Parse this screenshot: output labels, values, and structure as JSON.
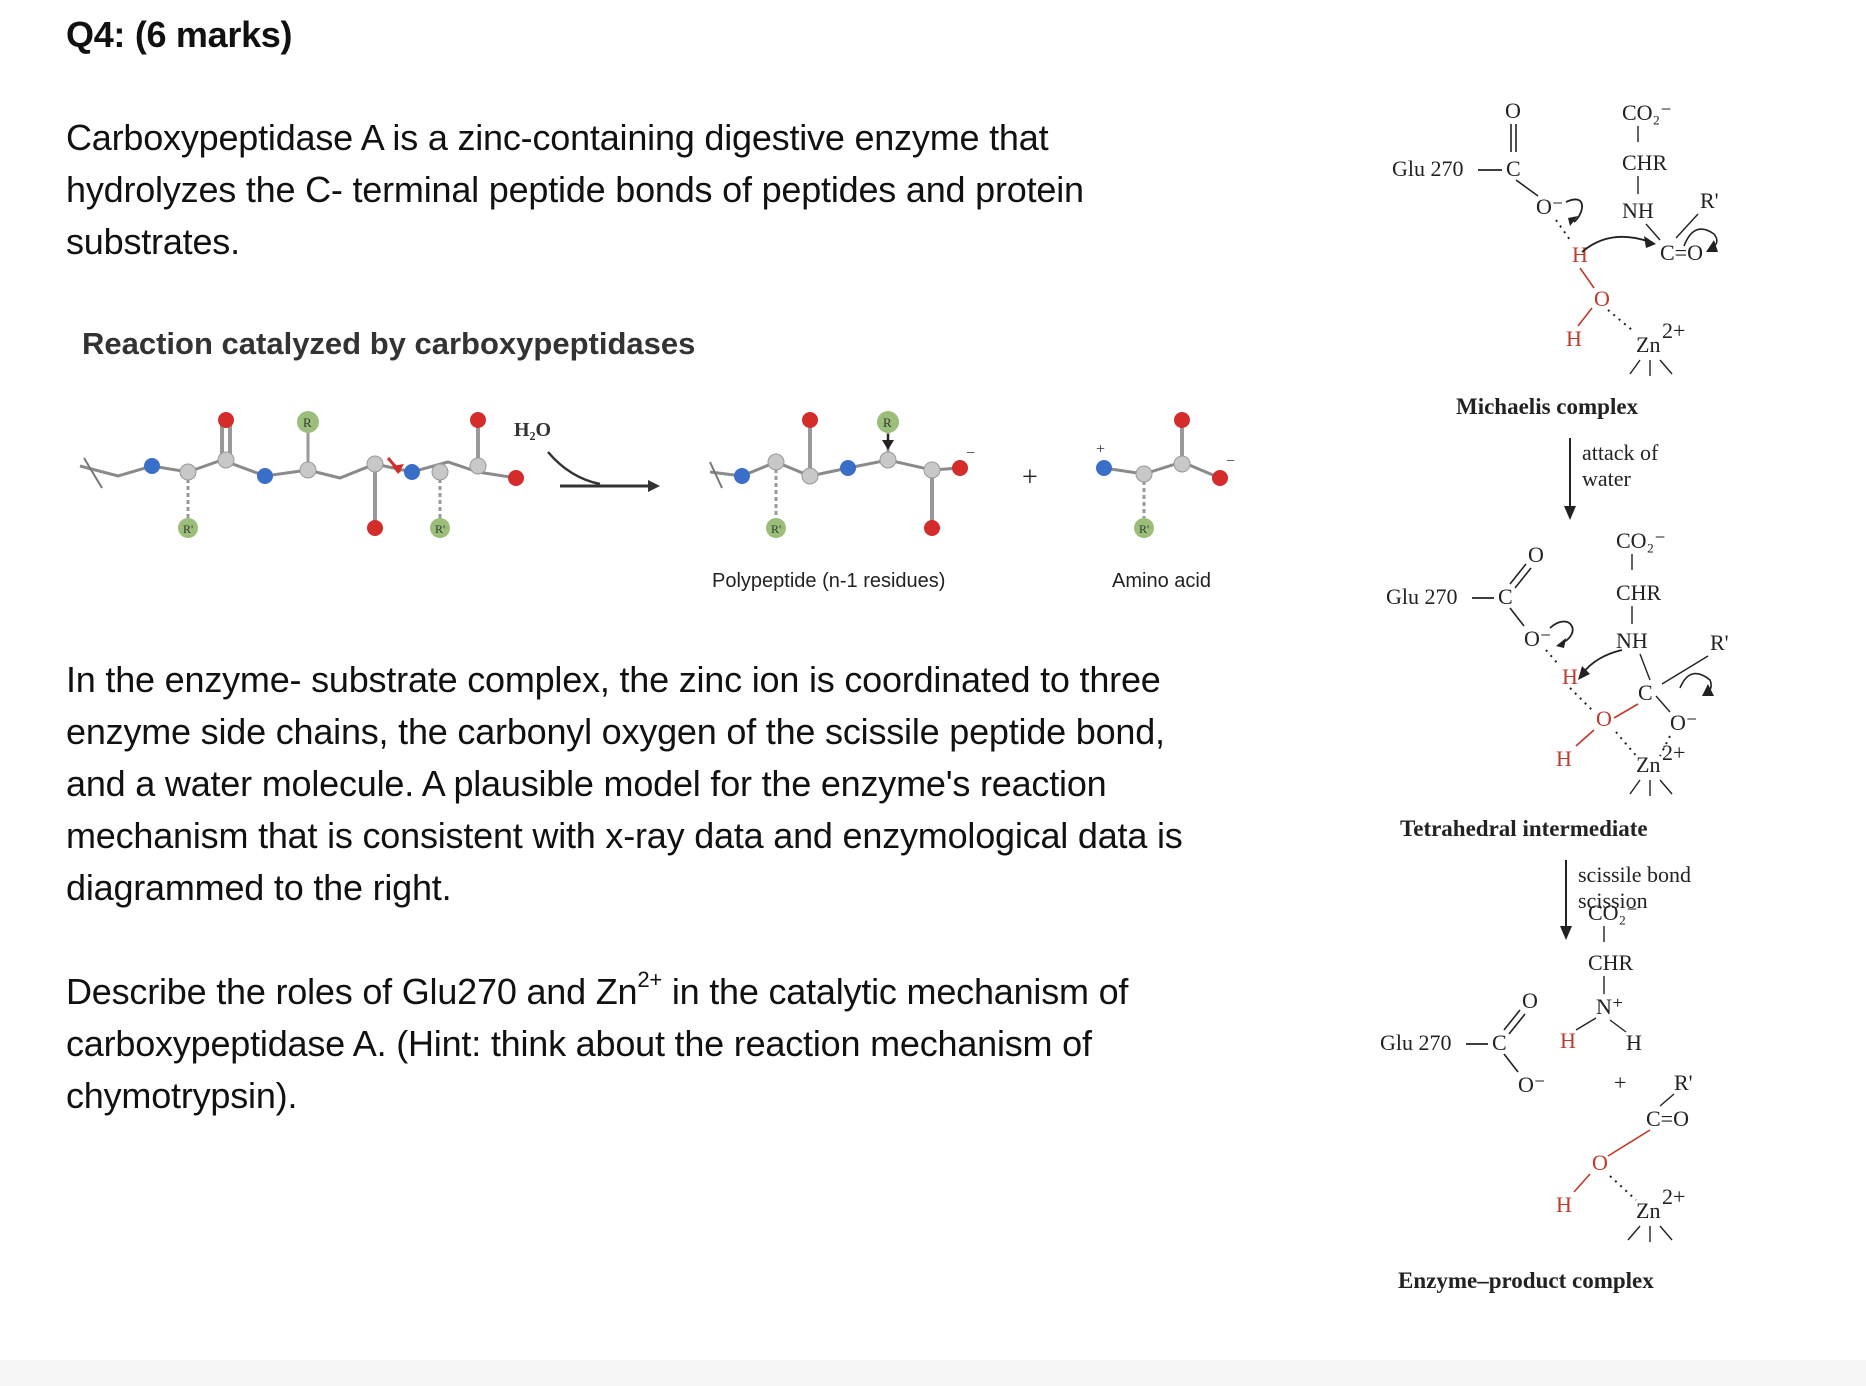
{
  "question": {
    "title": "Q4: (6 marks)",
    "intro_lines": [
      "Carboxypeptidase A is a zinc-containing digestive enzyme that",
      "hydrolyzes the C- terminal peptide bonds of peptides and protein",
      "substrates."
    ],
    "complex_lines": [
      "In the enzyme- substrate complex, the zinc ion is coordinated to three",
      "enzyme side chains, the carbonyl oxygen of the scissile peptide bond,",
      "and a water molecule. A plausible model for the enzyme's reaction",
      "mechanism that is consistent with x-ray data and enzymological data is",
      "diagrammed to the right."
    ],
    "prompt_line1_a": "Describe the roles of Glu270 and Zn",
    "prompt_line1_sup": "2+",
    "prompt_line1_b": " in the catalytic mechanism of",
    "prompt_lines_rest": [
      "carboxypeptidase A. (Hint:  think about the reaction mechanism of",
      "chymotrypsin)."
    ]
  },
  "reaction_figure": {
    "title": "Reaction catalyzed by carboxypeptidases",
    "reagent": "H₂O",
    "plus": "+",
    "product1_caption": "Polypeptide (n-1 residues)",
    "product2_caption": "Amino acid",
    "side_chain_label": "R",
    "side_chain_label_prime": "R'"
  },
  "mechanism": {
    "glu_label": "Glu 270",
    "co2": "CO₂⁻",
    "chr": "CHR",
    "nh": "NH",
    "nplus": "N⁺",
    "rprime": "R'",
    "h": "H",
    "o": "O",
    "ominus": "O⁻",
    "c": "C",
    "co": "C=O",
    "zn": "Zn",
    "zn_charge": "2+",
    "plus": "+",
    "stage1": "Michaelis complex",
    "step1_line1": "attack of",
    "step1_line2": "water",
    "stage2": "Tetrahedral intermediate",
    "step2_line1": "scissile bond",
    "step2_line2": "scission",
    "stage3": "Enzyme–product complex"
  },
  "colors": {
    "carbon": "#b8b8b8",
    "nitrogen": "#3a6fc9",
    "oxygen": "#d42b2b",
    "side_chain": "#9bbf7a",
    "mechanism_red": "#c0392b"
  }
}
